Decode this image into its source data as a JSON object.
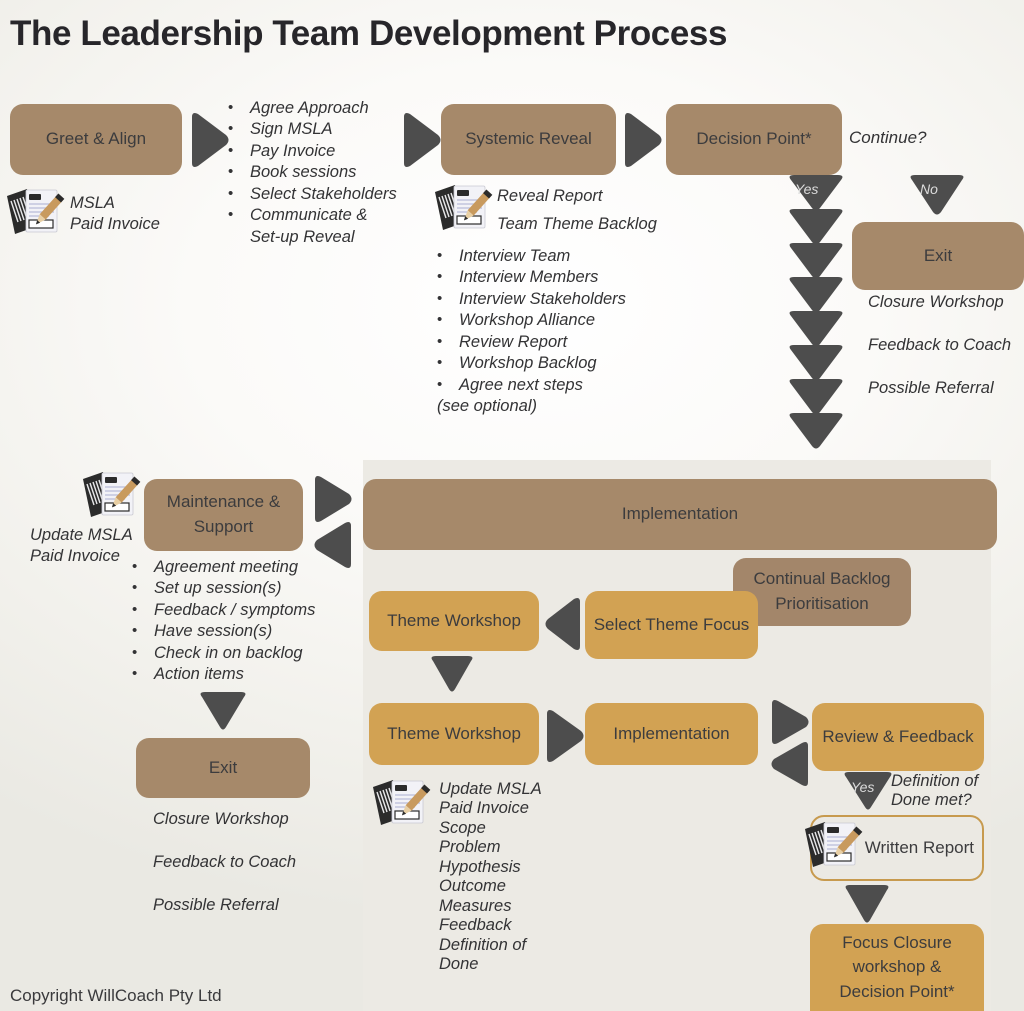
{
  "page": {
    "title": "The Leadership Team Development Process",
    "copyright": "Copyright WillCoach Pty Ltd"
  },
  "colors": {
    "brown": "#a6896a",
    "brown_dark": "#a3866a",
    "gold": "#d2a253",
    "arrow_gray": "#4d4d4d",
    "panel_gray": "#eceae4",
    "text": "#3c3c3e",
    "outline_gold": "#c79a4e"
  },
  "top_row": {
    "greet": {
      "label": "Greet & Align"
    },
    "greet_outputs": "MSLA\nPaid Invoice",
    "greet_bullets": [
      "Agree Approach",
      "Sign MSLA",
      "Pay Invoice",
      "Book sessions",
      "Select Stakeholders",
      "Communicate & Set-up Reveal"
    ],
    "systemic": {
      "label": "Systemic Reveal"
    },
    "systemic_outputs_1": "Reveal Report",
    "systemic_outputs_2": "Team Theme Backlog",
    "systemic_bullets": [
      "Interview Team",
      "Interview Members",
      "Interview Stakeholders",
      "Workshop Alliance",
      "Review Report",
      "Workshop Backlog",
      "Agree next steps"
    ],
    "systemic_footnote": "(see optional)",
    "decision": {
      "label": "Decision Point*"
    },
    "decision_question": "Continue?",
    "yes_label": "Yes",
    "no_label": "No",
    "exit": {
      "label": "Exit"
    },
    "exit_notes": "Closure Workshop\n\nFeedback to Coach\n\nPossible Referral"
  },
  "maintenance": {
    "box_label": "Maintenance & Support",
    "outputs": "Update MSLA\nPaid Invoice",
    "bullets": [
      "Agreement meeting",
      "Set up session(s)",
      "Feedback / symptoms",
      "Have session(s)",
      "Check in on backlog",
      "Action items"
    ],
    "exit": {
      "label": "Exit"
    },
    "exit_notes": "Closure Workshop\n\nFeedback to Coach\n\nPossible Referral"
  },
  "implementation": {
    "header": {
      "label": "Implementation"
    },
    "backlog": {
      "label": "Continual Backlog Prioritisation"
    },
    "select_theme": {
      "label": "Select Theme Focus"
    },
    "theme_workshop_1": {
      "label": "Theme Workshop"
    },
    "theme_workshop_2": {
      "label": "Theme Workshop"
    },
    "implementation_step": {
      "label": "Implementation"
    },
    "review_feedback": {
      "label": "Review & Feedback"
    },
    "yes_label": "Yes",
    "dod_question": "Definition of\nDone met?",
    "written_report": {
      "label": "Written Report"
    },
    "focus_closure": {
      "label": "Focus Closure workshop & Decision Point*"
    },
    "artifacts": "Update MSLA\nPaid Invoice\nScope\nProblem\nHypothesis\nOutcome\nMeasures\nFeedback\nDefinition of\nDone"
  },
  "icons": {
    "document": "document-pen-icon",
    "arrow_right": "arrow-right-icon",
    "arrow_left": "arrow-left-icon",
    "arrow_down": "arrow-down-icon"
  }
}
